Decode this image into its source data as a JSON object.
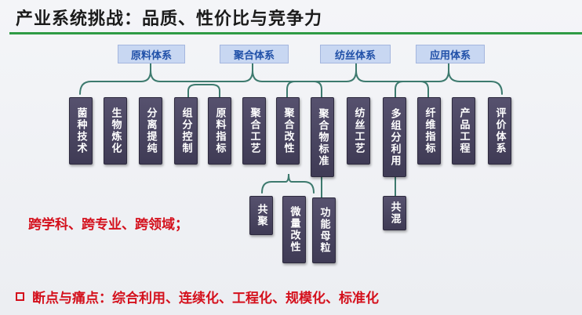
{
  "title": "产业系统挑战：品质、性价比与竞争力",
  "colors": {
    "accent_rule": "#2f9b45",
    "system_text": "#2050a8",
    "highlight": "#d4101c",
    "box_fill": "#4a4663"
  },
  "systems": [
    "原料体系",
    "聚合体系",
    "纺丝体系",
    "应用体系"
  ],
  "items": [
    "菌种技术",
    "生物炼化",
    "分离提纯",
    "组分控制",
    "原料指标",
    "聚合工艺",
    "聚合改性",
    "聚合物标准",
    "纺丝工艺",
    "多组分利用",
    "纤维指标",
    "产品工程",
    "评价体系"
  ],
  "sub_items": [
    "共聚",
    "微量改性",
    "功能母粒",
    "共混"
  ],
  "cross_text": "跨学科、跨专业、跨领域；",
  "pain_points": "断点与痛点：综合利用、连续化、工程化、规模化、标准化"
}
